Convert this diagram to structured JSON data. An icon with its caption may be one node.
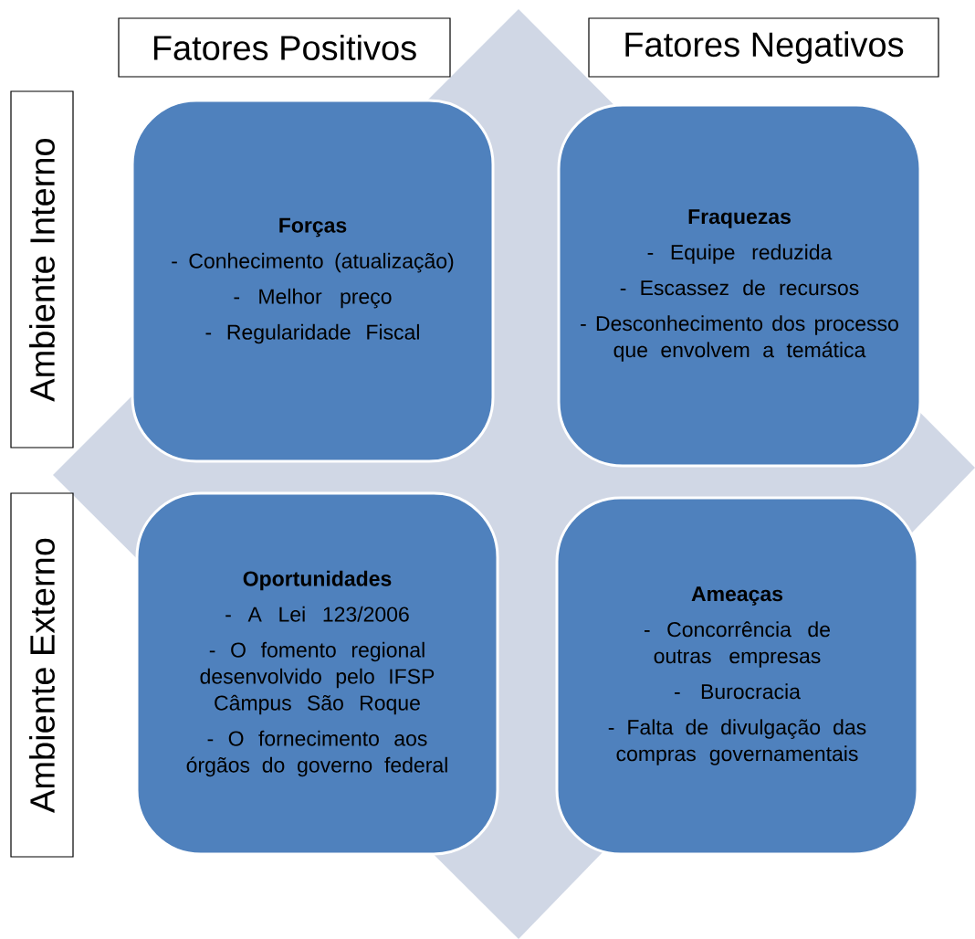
{
  "diagram": {
    "nodes": [
      {
        "text": [
          "Fatores Positivos"
        ]
      },
      {
        "text": [
          "Fatores Negativos"
        ]
      },
      {
        "text": [
          "Ambiente Interno"
        ]
      },
      {
        "text": [
          "Ambiente Externo"
        ]
      },
      {
        "text": [
          "Forças",
          "- Conhecimento (atualização)",
          "- Melhor preço",
          "- Regularidade Fiscal"
        ]
      },
      {
        "text": [
          "Fraquezas",
          "- Equipe reduzida",
          "- Escassez de recursos",
          "- Desconhecimento dos processo que envolvem a temática"
        ]
      },
      {
        "text": [
          "Oportunidades",
          "- A Lei 123/2006",
          "- O fomento regional desenvolvido pelo IFSP Câmpus São Roque",
          "- O fornecimento aos órgãos do governo federal"
        ]
      },
      {
        "text": [
          "Ameaças",
          "- Concorrência de outras empresas",
          "- Burocracia",
          "- Falta de divulgação das compras governamentais"
        ]
      }
    ]
  }
}
